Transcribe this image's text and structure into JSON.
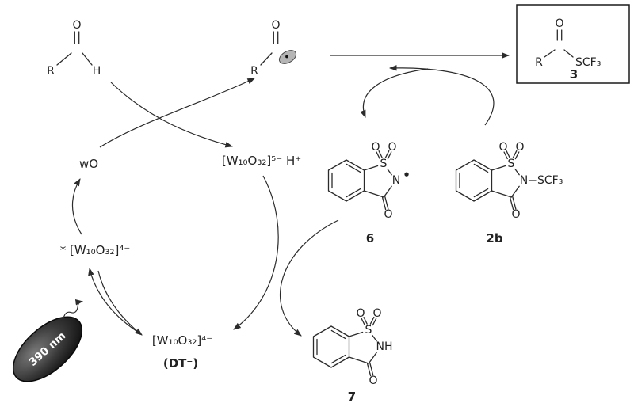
{
  "molecules": {
    "aldehyde": {
      "O": "O",
      "R": "R",
      "H": "H"
    },
    "acyl_radical": {
      "O": "O",
      "R": "R",
      "radical_dot": "•"
    },
    "product": {
      "O": "O",
      "R": "R",
      "SCF3": "SCF₃",
      "label": "3"
    },
    "saccharinyl_radical": {
      "O_left": "O",
      "O_right": "O",
      "S": "S",
      "N": "N",
      "radical_dot": "•",
      "O_carbonyl": "O",
      "label": "6"
    },
    "n_scf3_saccharin": {
      "O_left": "O",
      "O_right": "O",
      "S": "S",
      "N": "N",
      "SCF3": "SCF₃",
      "O_carbonyl": "O",
      "label": "2b"
    },
    "saccharin": {
      "O_left": "O",
      "O_right": "O",
      "S": "S",
      "NH": "NH",
      "O_carbonyl": "O",
      "label": "7"
    }
  },
  "catalytic_cycle": {
    "wO": "wO",
    "decatungstate_reduced": "[W₁₀O₃₂]⁵⁻ H⁺",
    "decatungstate_excited": "* [W₁₀O₃₂]⁴⁻",
    "decatungstate_ground": "[W₁₀O₃₂]⁴⁻",
    "dt_label": "(DT⁻)"
  },
  "light_source": {
    "wavelength": "390 nm"
  },
  "colors": {
    "ink": "#2b2b2b",
    "radical_blob": "#b5b5b5",
    "lamp_dark": "#0f0f0f",
    "lamp_light": "#777777"
  }
}
